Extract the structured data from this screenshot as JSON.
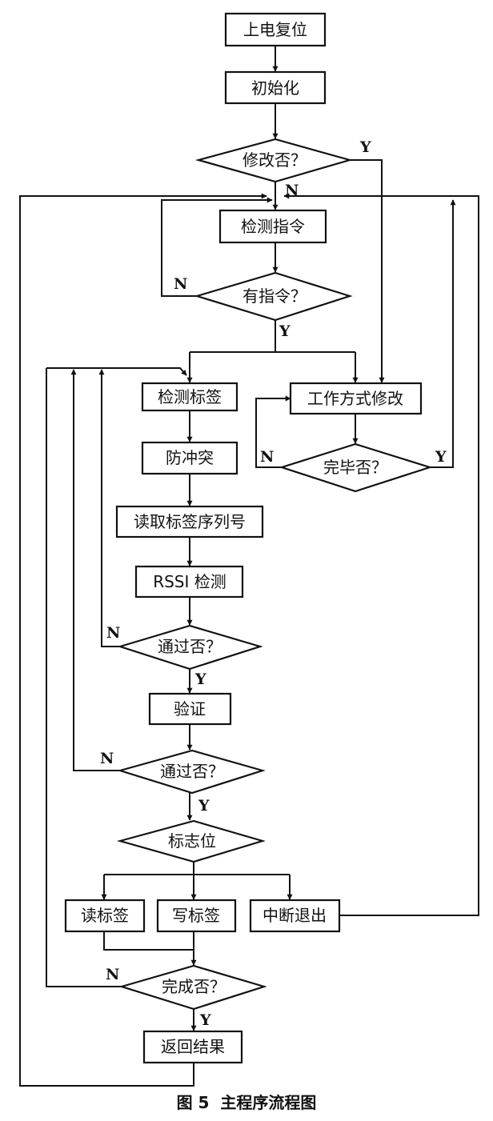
{
  "diagram": {
    "nodes": {
      "power_reset": "上电复位",
      "init": "初始化",
      "modify_q": "修改否？",
      "detect_cmd": "检测指令",
      "has_cmd_q": "有指令？",
      "detect_tag": "检测标签",
      "anti_collision": "防冲突",
      "read_serial": "读取标签序列号",
      "rssi": "RSSI 检测",
      "pass1_q": "通过否？",
      "verify": "验证",
      "pass2_q": "通过否？",
      "flag": "标志位",
      "read_tag": "读标签",
      "write_tag": "写标签",
      "interrupt": "中断退出",
      "done_q": "完成否？",
      "return_result": "返回结果",
      "work_mode": "工作方式修改",
      "finish_q": "完毕否？"
    },
    "edge_labels": {
      "modify_yes": "Y",
      "modify_no": "N",
      "cmd_no": "N",
      "cmd_yes": "Y",
      "finish_no": "N",
      "finish_yes": "Y",
      "pass1_no": "N",
      "pass1_yes": "Y",
      "pass2_no": "N",
      "pass2_yes": "Y",
      "done_no": "N",
      "done_yes": "Y"
    },
    "caption": "图 5  主程序流程图"
  }
}
